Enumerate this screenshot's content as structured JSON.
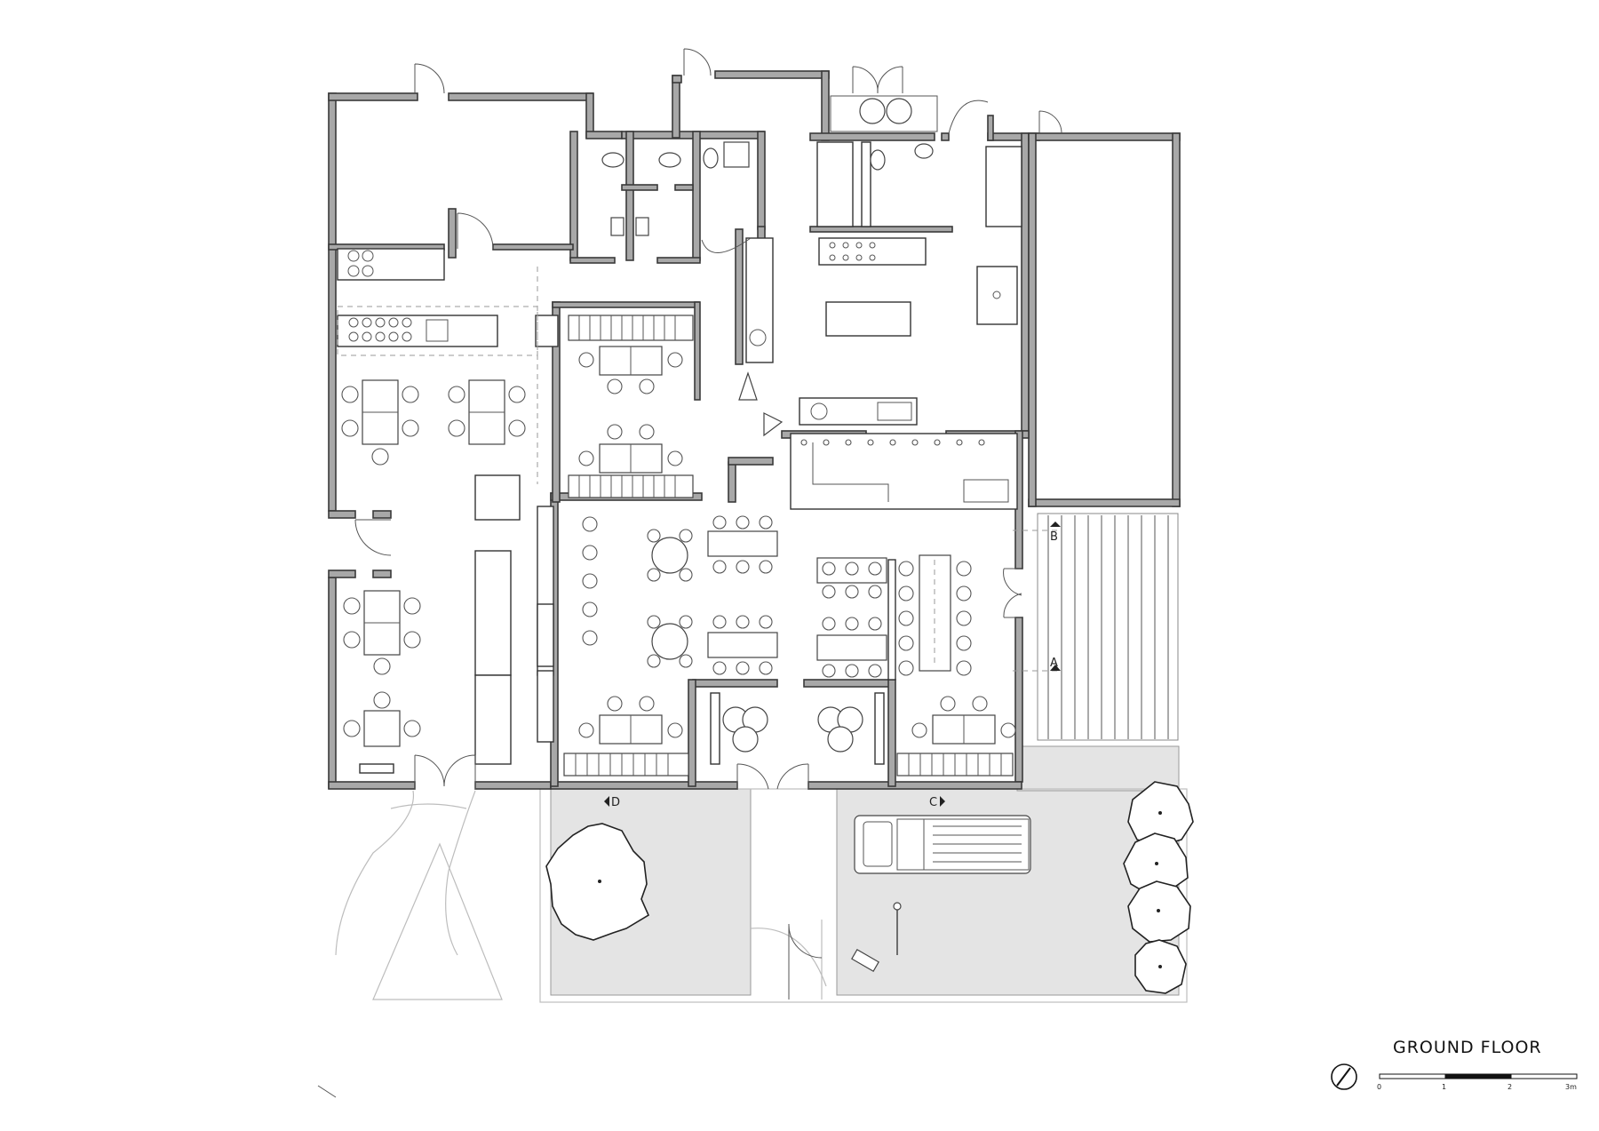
{
  "plan": {
    "title": "GROUND FLOOR",
    "section_markers": [
      "A",
      "B",
      "C",
      "D"
    ],
    "scale_bar": {
      "labels": [
        "0",
        "1",
        "2",
        "3m"
      ]
    }
  }
}
